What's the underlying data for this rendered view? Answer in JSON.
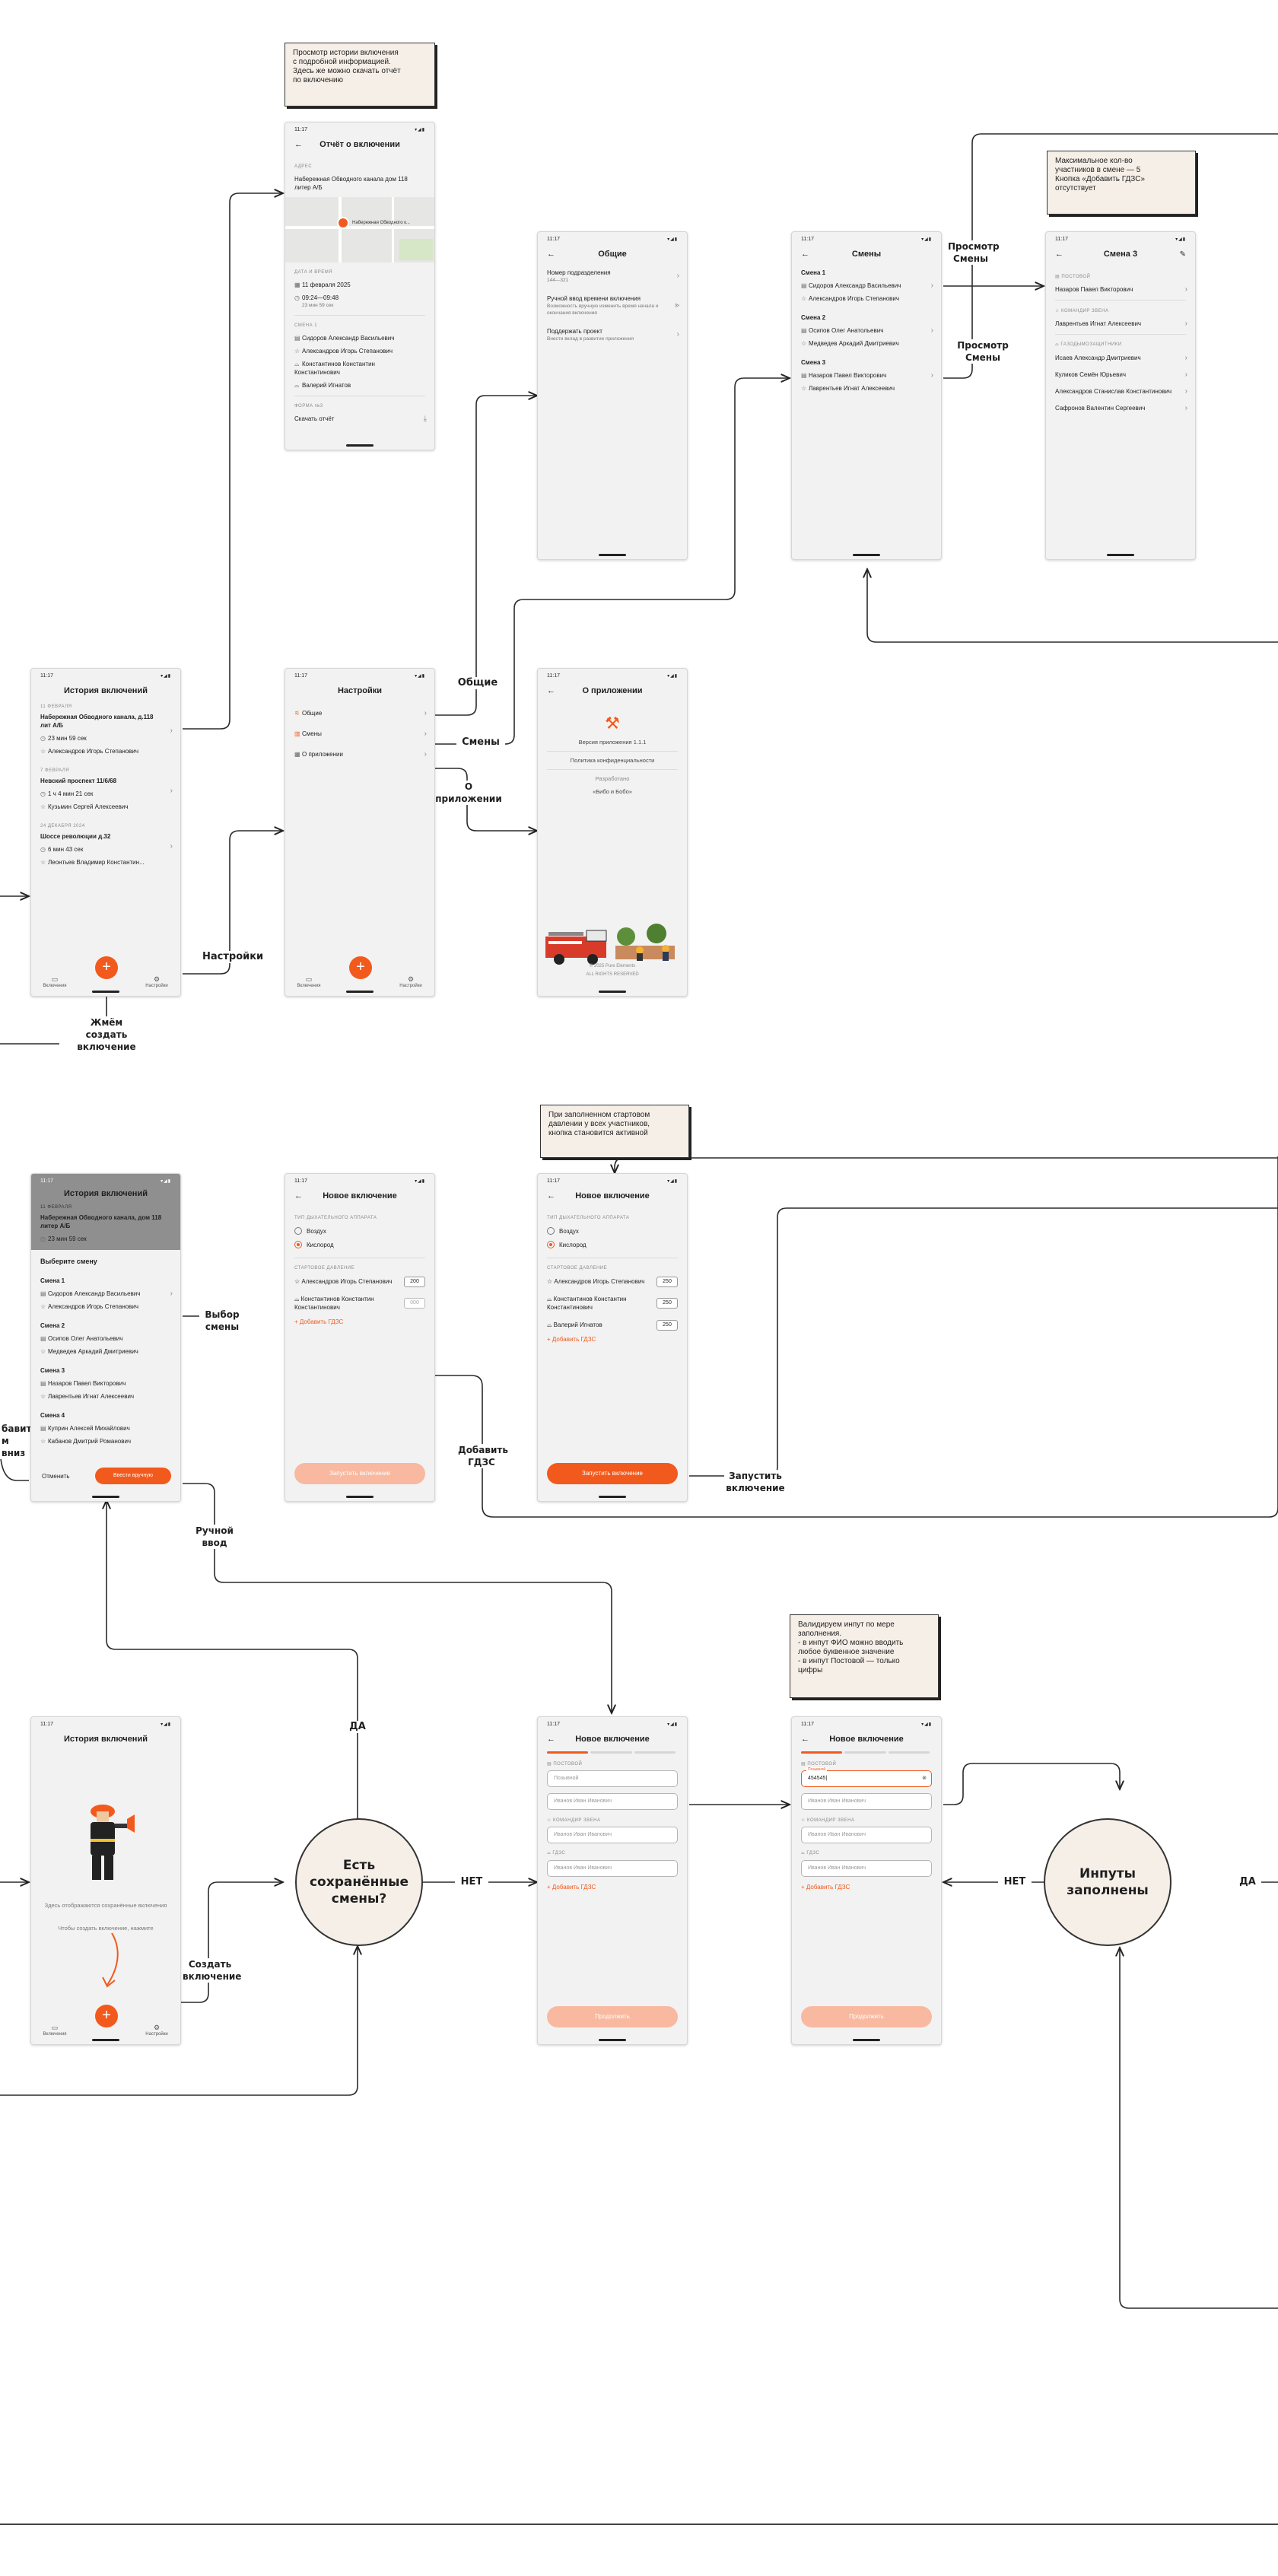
{
  "notes": {
    "report": "Просмотр истории включения\nс подробной информацией.\nЗдесь же можно скачать отчёт\nпо включению",
    "shift3": "Максимальное кол-во\nучастников в смене — 5\nКнопка «Добавить ГДЗС»\nотсутствует",
    "start_pressure": "При заполненном стартовом\nдавлении у всех участников,\nкнопка становится активной",
    "validate": "Валидируем инпут по мере\nзаполнения.\n- в инпут ФИО можно вводить\nлюбое буквенное значение\n- в инпут Постовой — только\nцифры"
  },
  "edge_labels": {
    "view_shift_1": "Просмотр\nСмены",
    "view_shift_2": "Просмотр\nСмены",
    "general": "Общие",
    "shifts": "Смены",
    "about": "О приложении",
    "settings": "Настройки",
    "press_create": "Жмём\nсоздать включение",
    "choose_shift": "Выбор\nсмены",
    "add_gdzs": "Добавить\nГДЗС",
    "start": "Запустить\nвключение",
    "manual": "Ручной ввод",
    "yes_1": "ДА",
    "no_1": "НЕТ",
    "create": "Создать\nвключение",
    "no_2": "НЕТ",
    "yes_2": "ДА",
    "cut_left": "бавить\nм\nвниз"
  },
  "decisions": {
    "saved_shifts": "Есть сохранённые\nсмены?",
    "inputs_filled": "Инпуты заполнены"
  },
  "status_time": "11:17",
  "common": {
    "nav_left": "Включения",
    "nav_right": "Настройки",
    "add_gdzs": "Добавить ГДЗС",
    "radio_air": "Воздух",
    "radio_oxygen": "Кислород",
    "cap_device": "ТИП ДЫХАТЕЛЬНОГО АППАРАТА",
    "cap_pressure": "СТАРТОВОЕ ДАВЛЕНИЕ",
    "start_btn": "Запустить включение",
    "cap_post": "ПОСТОВОЙ",
    "cap_commander": "КОМАНДИР ЗВЕНА",
    "cap_gdzs": "ГДЗС",
    "continue_btn": "Продолжить",
    "ph_fio": "Иванов Иван Иванович",
    "ph_post": "Позывной"
  },
  "report": {
    "title": "Отчёт о включении",
    "cap_address": "АДРЕС",
    "address": "Набережная Обводного канала дом 118 литер А/Б",
    "map_label": "Набережная Обводного к...",
    "cap_date": "ДАТА И ВРЕМЯ",
    "date": "11 февраля 2025",
    "time": "09:24—09:48",
    "duration": "23 мин 59 сек",
    "cap_shift": "СМЕНА 1",
    "people": [
      "Сидоров Александр Васильевич",
      "Александров Игорь Степанович",
      "Константинов Константин Константинович",
      "Валерий Игнатов"
    ],
    "cap_form": "ФОРМА №3",
    "download": "Скачать отчёт"
  },
  "general": {
    "title": "Общие",
    "items": [
      {
        "t": "Номер подразделения",
        "s": "144—321"
      },
      {
        "t": "Ручной ввод времени включения",
        "s": "Возможность вручную изменить время начала и окончания включения"
      },
      {
        "t": "Поддержать проект",
        "s": "Внести вклад в развитие приложения"
      }
    ]
  },
  "shifts": {
    "title": "Смены",
    "list": [
      {
        "n": "Смена 1",
        "a": "Сидоров Александр Васильевич",
        "b": "Александров Игорь Степанович"
      },
      {
        "n": "Смена 2",
        "a": "Осипов Олег Анатольевич",
        "b": "Медведев Аркадий Дмитриевич"
      },
      {
        "n": "Смена 3",
        "a": "Назаров Павел Викторович",
        "b": "Лаврентьев Игнат Алексеевич"
      }
    ]
  },
  "shift3": {
    "title": "Смена 3",
    "cap_post": "ПОСТОВОЙ",
    "post": "Назаров Павел Викторович",
    "cap_cmd": "КОМАНДИР ЗВЕНА",
    "cmd": "Лаврентьев Игнат Алексеевич",
    "cap_gas": "ГАЗОДЫМОЗАЩИТНИКИ",
    "gas": [
      "Исаев Александр Дмитриевич",
      "Куликов Семён Юрьевич",
      "Александров Станислав Константинович",
      "Сафронов Валентин Сергеевич"
    ]
  },
  "history": {
    "title": "История включений",
    "items": [
      {
        "d": "11 ФЕВРАЛЯ",
        "a": "Набережная Обводного канала, д.118 лит А/Б",
        "t": "23 мин 59 сек",
        "p": "Александров Игорь Степанович"
      },
      {
        "d": "7 ФЕВРАЛЯ",
        "a": "Невский проспект 11/6/68",
        "t": "1 ч 4 мин 21 сек",
        "p": "Кузьмин Сергей Алексеевич"
      },
      {
        "d": "24 ДЕКАБРЯ 2024",
        "a": "Шоссе революции д.32",
        "t": "6 мин 43 сек",
        "p": "Леонтьев Владимир Константин..."
      }
    ]
  },
  "settings": {
    "title": "Настройки",
    "items": [
      "Общие",
      "Смены",
      "О приложении"
    ]
  },
  "about": {
    "title": "О приложении",
    "version": "Версия приложения 1.1.1",
    "policy": "Политика конфиденциальности",
    "dev_cap": "Разработано",
    "dev": "«Бибо и Бобо»",
    "footer1": "© 2025 Pure Elements",
    "footer2": "ALL RIGHTS RESERVED"
  },
  "select": {
    "list_title": "История включений",
    "bg_date": "11 ФЕВРАЛЯ",
    "bg_addr": "Набережная Обводного канала, дом 118 литер А/Б",
    "bg_time": "23 мин 59 сек",
    "title": "Выберите смену",
    "list": [
      {
        "n": "Смена 1",
        "a": "Сидоров Александр Васильевич",
        "b": "Александров Игорь Степанович"
      },
      {
        "n": "Смена 2",
        "a": "Осипов Олег Анатольевич",
        "b": "Медведев Аркадий Дмитриевич"
      },
      {
        "n": "Смена 3",
        "a": "Назаров Павел Викторович",
        "b": "Лаврентьев Игнат Алексеевич"
      },
      {
        "n": "Смена 4",
        "a": "Куприн Алексей Михайлович",
        "b": "Кабанов Дмитрий Романович"
      }
    ],
    "cancel": "Отменить",
    "manual": "Ввести вручную"
  },
  "new1": {
    "title": "Новое включение",
    "p1": "Александров Игорь Степанович",
    "v1": "200",
    "p2": "Константинов Константин Константинович",
    "v2": "000"
  },
  "new2": {
    "title": "Новое включение",
    "p1": "Александров Игорь Степанович",
    "v1": "250",
    "p2": "Константинов Константин Константинович",
    "v2": "250",
    "p3": "Валерий Игнатов",
    "v3": "250"
  },
  "empty": {
    "title": "История включений",
    "text1": "Здесь отображаются сохранённые включения",
    "text2": "Чтобы создать включение, нажмите"
  },
  "manual1": {
    "title": "Новое включение"
  },
  "manual2": {
    "title": "Новое включение",
    "float": "Позывной",
    "value": "454545|"
  }
}
